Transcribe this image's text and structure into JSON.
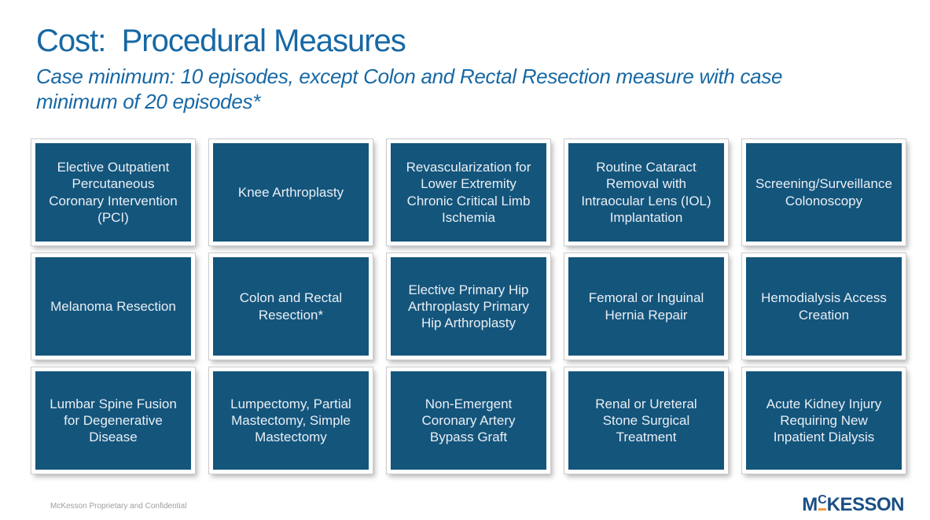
{
  "slide": {
    "title": "Cost:  Procedural Measures",
    "subtitle": "Case minimum: 10 episodes, except Colon and Rectal Resection measure with case minimum of 20 episodes*",
    "footer": "McKesson Proprietary and Confidential",
    "logo": {
      "m": "M",
      "c": "C",
      "rest": "KESSON"
    }
  },
  "colors": {
    "card_fill": "#14557C",
    "card_text": "#E9EFF4",
    "title_blue": "#1768A4",
    "logo_blue": "#1A4F84",
    "logo_orange": "#F39B3C",
    "footer_gray": "#9E9E9E"
  },
  "measures": {
    "rows": [
      [
        "Elective Outpatient Percutaneous Coronary Intervention (PCI)",
        "Knee Arthroplasty",
        "Revascularization for Lower Extremity Chronic Critical Limb Ischemia",
        "Routine Cataract Removal with Intraocular Lens (IOL) Implantation",
        "Screening/Surveillance Colonoscopy"
      ],
      [
        "Melanoma Resection",
        "Colon and Rectal Resection*",
        "Elective Primary Hip Arthroplasty Primary Hip Arthroplasty",
        "Femoral or Inguinal Hernia Repair",
        "Hemodialysis Access Creation"
      ],
      [
        "Lumbar Spine Fusion for Degenerative Disease",
        "Lumpectomy, Partial Mastectomy, Simple Mastectomy",
        "Non-Emergent Coronary Artery Bypass Graft",
        "Renal or Ureteral Stone Surgical Treatment",
        "Acute Kidney Injury Requiring New Inpatient Dialysis"
      ]
    ]
  }
}
